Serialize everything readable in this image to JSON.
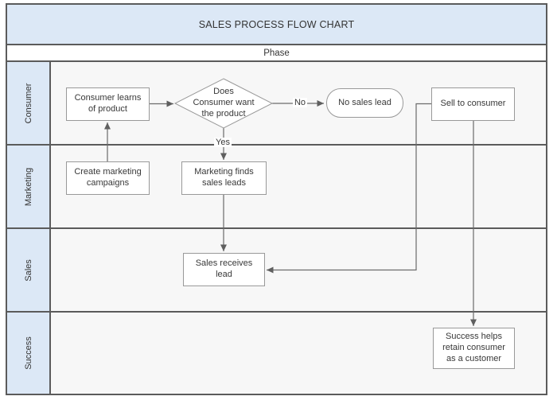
{
  "diagram": {
    "title": "SALES PROCESS FLOW CHART",
    "phase_label": "Phase",
    "lanes": [
      {
        "label": "Consumer"
      },
      {
        "label": "Marketing"
      },
      {
        "label": "Sales"
      },
      {
        "label": "Success"
      }
    ],
    "nodes": {
      "consumer_learns": {
        "label": "Consumer learns\nof product",
        "type": "process",
        "lane": "Consumer"
      },
      "decision": {
        "label": "Does\nConsumer want\nthe product",
        "type": "decision",
        "lane": "Consumer"
      },
      "no_sales_lead": {
        "label": "No sales lead",
        "type": "terminator",
        "lane": "Consumer"
      },
      "sell_to_consumer": {
        "label": "Sell to consumer",
        "type": "process",
        "lane": "Consumer"
      },
      "create_marketing": {
        "label": "Create marketing\ncampaigns",
        "type": "process",
        "lane": "Marketing"
      },
      "marketing_finds": {
        "label": "Marketing finds\nsales leads",
        "type": "process",
        "lane": "Marketing"
      },
      "sales_receives": {
        "label": "Sales receives\nlead",
        "type": "process",
        "lane": "Sales"
      },
      "success_helps": {
        "label": "Success helps\nretain consumer\nas a customer",
        "type": "process",
        "lane": "Success"
      }
    },
    "edge_labels": {
      "no": "No",
      "yes": "Yes"
    },
    "edges": [
      {
        "from": "consumer_learns",
        "to": "decision"
      },
      {
        "from": "decision",
        "to": "no_sales_lead",
        "label": "No"
      },
      {
        "from": "decision",
        "to": "marketing_finds",
        "label": "Yes"
      },
      {
        "from": "create_marketing",
        "to": "consumer_learns"
      },
      {
        "from": "marketing_finds",
        "to": "sales_receives"
      },
      {
        "from": "sell_to_consumer",
        "to": "sales_receives"
      },
      {
        "from": "sell_to_consumer",
        "to": "success_helps"
      }
    ],
    "colors": {
      "header_fill": "#dce8f6",
      "lane_label_fill": "#dce8f6",
      "content_fill": "#f7f7f7",
      "frame_border": "#5b5b5b",
      "node_border": "#999999",
      "node_fill": "#ffffff",
      "connector": "#6b6b6b",
      "text": "#333333"
    }
  }
}
